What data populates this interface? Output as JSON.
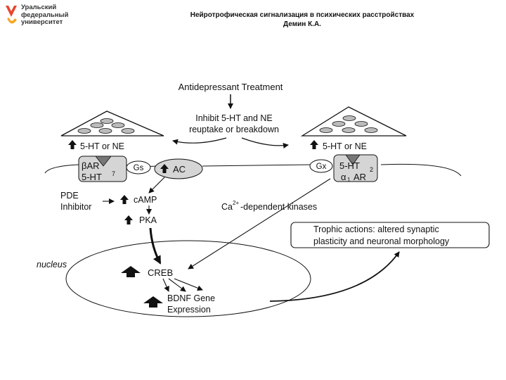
{
  "logo": {
    "line1": "Уральский",
    "line2": "федеральный",
    "line3": "университет"
  },
  "header": {
    "title": "Нейротрофическая сигнализация в психических расстройствах",
    "author": "Демин К.А."
  },
  "diagram": {
    "treatment": "Antidepressant Treatment",
    "inhibit_line1": "Inhibit 5-HT and NE",
    "inhibit_line2": "reuptake or breakdown",
    "left_neuro": "5-HT or NE",
    "right_neuro": "5-HT or NE",
    "beta_ar": "βAR",
    "ht7": "5-HT",
    "ht7_sub": "7",
    "gs": "Gs",
    "ac": "AC",
    "gx": "Gx",
    "ht2": "5-HT",
    "ht2_sub": "2",
    "alpha_ar": "α",
    "alpha_sub": "1",
    "alpha_ar_suffix": "AR",
    "pde_line1": "PDE",
    "pde_line2": "Inhibitor",
    "camp": "cAMP",
    "pka": "PKA",
    "ca_prefix": "Ca",
    "ca_sup": "2+",
    "ca_suffix": "-dependent kinases",
    "trophic_line1": "Trophic actions: altered synaptic",
    "trophic_line2": "plasticity and neuronal morphology",
    "nucleus": "nucleus",
    "creb": "CREB",
    "bdnf_line1": "BDNF Gene",
    "bdnf_line2": "Expression"
  }
}
